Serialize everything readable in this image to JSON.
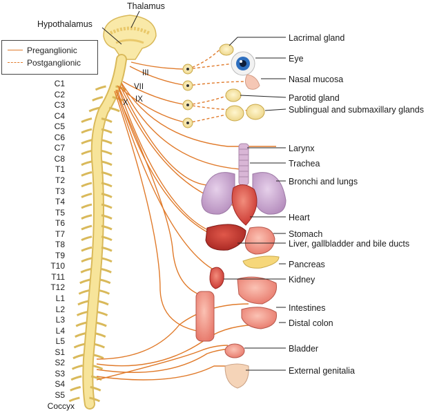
{
  "labels": {
    "thalamus": "Thalamus",
    "hypothalamus": "Hypothalamus",
    "lacrimal": "Lacrimal gland",
    "eye": "Eye",
    "nasal": "Nasal mucosa",
    "parotid": "Parotid gland",
    "sublingual": "Sublingual and submaxillary glands",
    "larynx": "Larynx",
    "trachea": "Trachea",
    "bronchi": "Bronchi and lungs",
    "heart": "Heart",
    "stomach": "Stomach",
    "liver": "Liver, gallbladder and bile ducts",
    "pancreas": "Pancreas",
    "kidney": "Kidney",
    "intestines": "Intestines",
    "distal_colon": "Distal colon",
    "bladder": "Bladder",
    "genitalia": "External genitalia"
  },
  "legend": {
    "pre": "Preganglionic",
    "post": "Postganglionic"
  },
  "nerves": {
    "iii": "III",
    "vii": "VII",
    "ix": "IX",
    "x": "X"
  },
  "segments": [
    "C1",
    "C2",
    "C3",
    "C4",
    "C5",
    "C6",
    "C7",
    "C8",
    "T1",
    "T2",
    "T3",
    "T4",
    "T5",
    "T6",
    "T7",
    "T8",
    "T9",
    "T10",
    "T11",
    "T12",
    "L1",
    "L2",
    "L3",
    "L4",
    "L5",
    "S1",
    "S2",
    "S3",
    "S4",
    "S5",
    "Coccyx"
  ],
  "colors": {
    "nerve": "#e07a2a",
    "spine": "#f7e49a",
    "spine_edge": "#d9b95a",
    "lung": "#c9a6cf",
    "organ_red": "#d9423a",
    "gland": "#f3e3a0"
  }
}
